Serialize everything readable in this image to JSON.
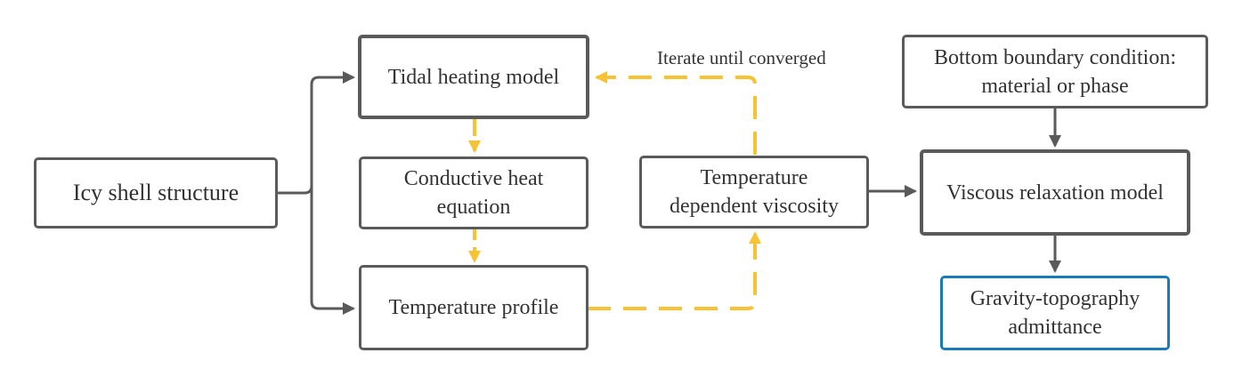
{
  "colors": {
    "box_border": "#5a5a5a",
    "output_border": "#1a7bb9",
    "gray_arrow": "#5a5a5a",
    "iteration_arrow": "#f5c334",
    "text": "#333333"
  },
  "nodes": {
    "icy_shell": "Icy shell structure",
    "tidal_heating": "Tidal heating model",
    "conductive_heat": "Conductive heat\nequation",
    "temperature_profile": "Temperature profile",
    "temp_viscosity": "Temperature\ndependent viscosity",
    "bottom_boundary": "Bottom boundary condition:\nmaterial or phase",
    "viscous_relaxation": "Viscous relaxation model",
    "gravity_topography": "Gravity-topography\nadmittance"
  },
  "annotations": {
    "iterate": "Iterate until converged"
  }
}
